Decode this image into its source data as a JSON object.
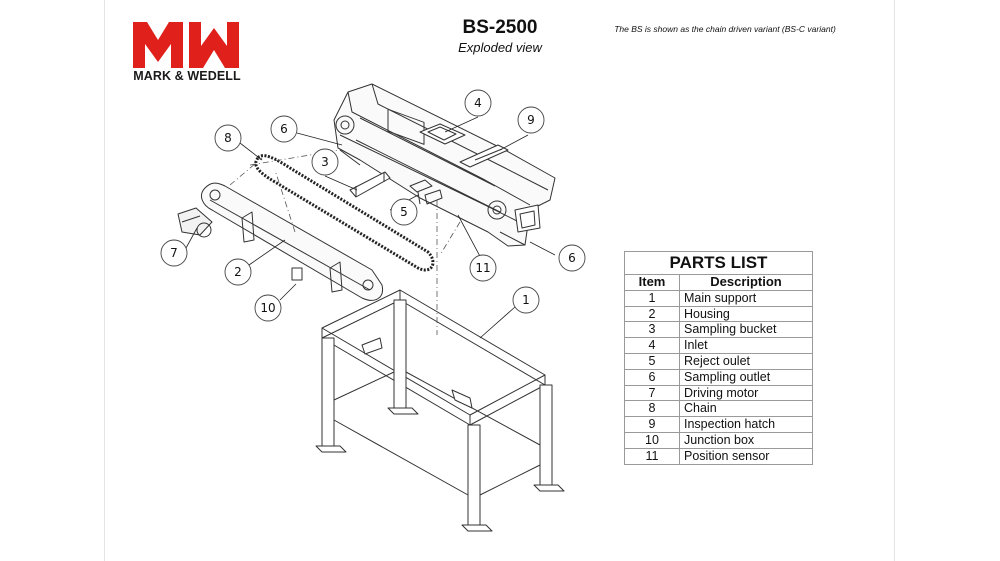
{
  "brand": {
    "name": "MARK & WEDELL",
    "color": "#e0201b"
  },
  "header": {
    "title": "BS-2500",
    "subtitle": "Exploded view",
    "note": "The BS is shown as the chain driven variant (BS-C variant)"
  },
  "callouts": [
    {
      "label": "1",
      "part": "Main support"
    },
    {
      "label": "2",
      "part": "Housing"
    },
    {
      "label": "3",
      "part": "Sampling bucket"
    },
    {
      "label": "4",
      "part": "Inlet"
    },
    {
      "label": "5",
      "part": "Reject oulet"
    },
    {
      "label": "6",
      "part": "Sampling outlet"
    },
    {
      "label": "6",
      "part": "Sampling outlet"
    },
    {
      "label": "7",
      "part": "Driving motor"
    },
    {
      "label": "8",
      "part": "Chain"
    },
    {
      "label": "9",
      "part": "Inspection hatch"
    },
    {
      "label": "10",
      "part": "Junction box"
    },
    {
      "label": "11",
      "part": "Position sensor"
    }
  ],
  "parts_list": {
    "title": "PARTS LIST",
    "col_item": "Item",
    "col_description": "Description",
    "rows": [
      {
        "item": "1",
        "description": "Main support"
      },
      {
        "item": "2",
        "description": "Housing"
      },
      {
        "item": "3",
        "description": "Sampling bucket"
      },
      {
        "item": "4",
        "description": "Inlet"
      },
      {
        "item": "5",
        "description": "Reject oulet"
      },
      {
        "item": "6",
        "description": "Sampling outlet"
      },
      {
        "item": "7",
        "description": "Driving motor"
      },
      {
        "item": "8",
        "description": "Chain"
      },
      {
        "item": "9",
        "description": "Inspection hatch"
      },
      {
        "item": "10",
        "description": "Junction box"
      },
      {
        "item": "11",
        "description": "Position sensor"
      }
    ]
  }
}
